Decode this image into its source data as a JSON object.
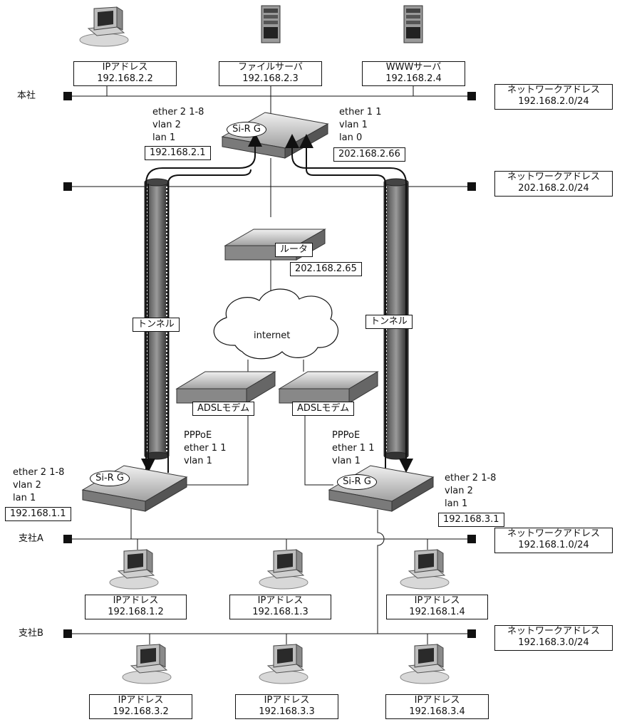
{
  "locations": {
    "hq": "本社",
    "branch_a": "支社A",
    "branch_b": "支社B"
  },
  "hq_hosts": [
    {
      "line1": "IPアドレス",
      "line2": "192.168.2.2"
    },
    {
      "line1": "ファイルサーバ",
      "line2": "192.168.2.3"
    },
    {
      "line1": "WWWサーバ",
      "line2": "192.168.2.4"
    }
  ],
  "network_labels": [
    {
      "line1": "ネットワークアドレス",
      "line2": "192.168.2.0/24"
    },
    {
      "line1": "ネットワークアドレス",
      "line2": "202.168.2.0/24"
    },
    {
      "line1": "ネットワークアドレス",
      "line2": "192.168.1.0/24"
    },
    {
      "line1": "ネットワークアドレス",
      "line2": "192.168.3.0/24"
    }
  ],
  "hq_router": {
    "name": "Si-R G",
    "lan_side": [
      "ether 2 1-8",
      "vlan 2",
      "lan 1"
    ],
    "lan_ip": "192.168.2.1",
    "wan_side": [
      "ether 1 1",
      "vlan 1",
      "lan 0"
    ],
    "wan_ip": "202.168.2.66"
  },
  "isp_router": {
    "name": "ルータ",
    "ip": "202.168.2.65"
  },
  "internet": "internet",
  "tunnel_label": "トンネル",
  "modem_label": "ADSLモデム",
  "branch_a_router": {
    "name": "Si-R G",
    "lan_side": [
      "ether 2 1-8",
      "vlan 2",
      "lan 1"
    ],
    "lan_ip": "192.168.1.1",
    "wan_side": [
      "PPPoE",
      "ether 1 1",
      "vlan 1"
    ]
  },
  "branch_b_router": {
    "name": "Si-R G",
    "lan_side": [
      "ether 2 1-8",
      "vlan 2",
      "lan 1"
    ],
    "lan_ip": "192.168.3.1",
    "wan_side": [
      "PPPoE",
      "ether 1 1",
      "vlan 1"
    ]
  },
  "branch_a_hosts": [
    {
      "line1": "IPアドレス",
      "line2": "192.168.1.2"
    },
    {
      "line1": "IPアドレス",
      "line2": "192.168.1.3"
    },
    {
      "line1": "IPアドレス",
      "line2": "192.168.1.4"
    }
  ],
  "branch_b_hosts": [
    {
      "line1": "IPアドレス",
      "line2": "192.168.3.2"
    },
    {
      "line1": "IPアドレス",
      "line2": "192.168.3.3"
    },
    {
      "line1": "IPアドレス",
      "line2": "192.168.3.4"
    }
  ]
}
